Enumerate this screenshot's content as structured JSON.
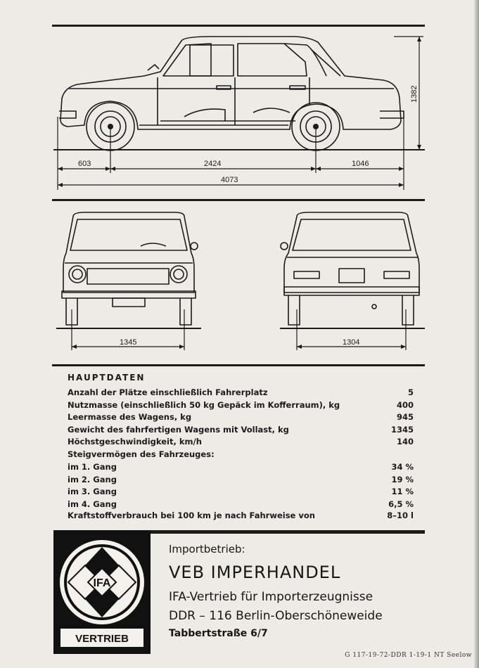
{
  "dimensions": {
    "height": "1382",
    "front_overhang": "603",
    "wheelbase": "2424",
    "rear_overhang": "1046",
    "overall_length": "4073",
    "front_track": "1345",
    "rear_track": "1304"
  },
  "specs": {
    "title": "HAUPTDATEN",
    "rows": [
      {
        "label": "Anzahl der Plätze einschließlich Fahrerplatz",
        "value": "5"
      },
      {
        "label": "Nutzmasse (einschließlich 50 kg Gepäck im Kofferraum), kg",
        "value": "400"
      },
      {
        "label": "Leermasse des Wagens, kg",
        "value": "945"
      },
      {
        "label": "Gewicht des fahrfertigen Wagens mit Vollast, kg",
        "value": "1345"
      },
      {
        "label": "Höchstgeschwindigkeit, km/h",
        "value": "140"
      }
    ],
    "climb_title": "Steigvermögen des Fahrzeuges:",
    "climb_rows": [
      {
        "label": "im 1. Gang",
        "value": "34 %"
      },
      {
        "label": "im 2. Gang",
        "value": "19 %"
      },
      {
        "label": "im 3. Gang",
        "value": "11 %"
      },
      {
        "label": "im 4. Gang",
        "value": "6,5 %"
      }
    ],
    "fuel": {
      "label": "Kraftstoffverbrauch bei 100 km je nach Fahrweise von",
      "value": "8–10 l"
    }
  },
  "logo": {
    "mark": "IFA",
    "caption": "VERTRIEB"
  },
  "importer": {
    "heading": "Importbetrieb:",
    "name": "VEB IMPERHANDEL",
    "line1": "IFA-Vertrieb für Importerzeugnisse",
    "line2": "DDR – 116 Berlin-Oberschöneweide",
    "line3": "Tabbertstraße 6/7"
  },
  "print_code": "G 117-19-72-DDR 1-19-1 NT Seelow"
}
